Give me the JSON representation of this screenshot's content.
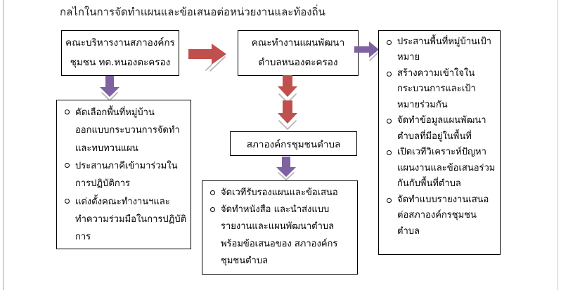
{
  "title": "กลไกในการจัดทำแผนและข้อเสนอต่อหน่วยงานและท้องถิ่น",
  "colors": {
    "arrow_red": "#c0504d",
    "arrow_purple": "#7e62a1",
    "box_border": "#000000"
  },
  "boxes": {
    "executive": {
      "line1": "คณะบริหารงานสภาองค์กร",
      "line2": "ชุมชน ทต.หนองตะครอง"
    },
    "working_group": {
      "line1": "คณะทำงานแผนพัฒนา",
      "line2": "ตำบลหนองตะครอง"
    },
    "council": {
      "label": "สภาองค์กรชุมชนตำบล"
    },
    "executive_tasks": {
      "items": [
        "คัดเลือกพื้นที่หมู่บ้านออกแบบกระบวนการจัดทำและทบทวนแผน",
        "ประสานภาคีเข้ามาร่วมในการปฏิบัติการ",
        "แต่งตั้งคณะทำงานฯและทำความร่วมมือในการปฏิบัติการ"
      ]
    },
    "council_tasks": {
      "items": [
        "จัดเวทีรับรองแผนและข้อเสนอ",
        "จัดทำหนังสือ และนำส่งแบบรายงานและแผนพัฒนาตำบลพร้อมข้อเสนอของ สภาองค์กรชุมชนตำบล"
      ]
    },
    "working_group_tasks": {
      "items": [
        "ประสานพื้นที่หมู่บ้านเป้าหมาย",
        "สร้างความเข้าใจในกระบวนการและเป้าหมายร่วมกัน",
        "จัดทำข้อมูลแผนพัฒนาตำบลที่มีอยู่ในพื้นที่",
        "เปิดเวทีวิเคราะห์ปัญหาแผนงานและข้อเสนอร่วมกันกับพื้นที่ตำบล",
        "จัดทำแบบรายงานเสนอต่อสภาองค์กรชุมชนตำบล"
      ]
    }
  }
}
